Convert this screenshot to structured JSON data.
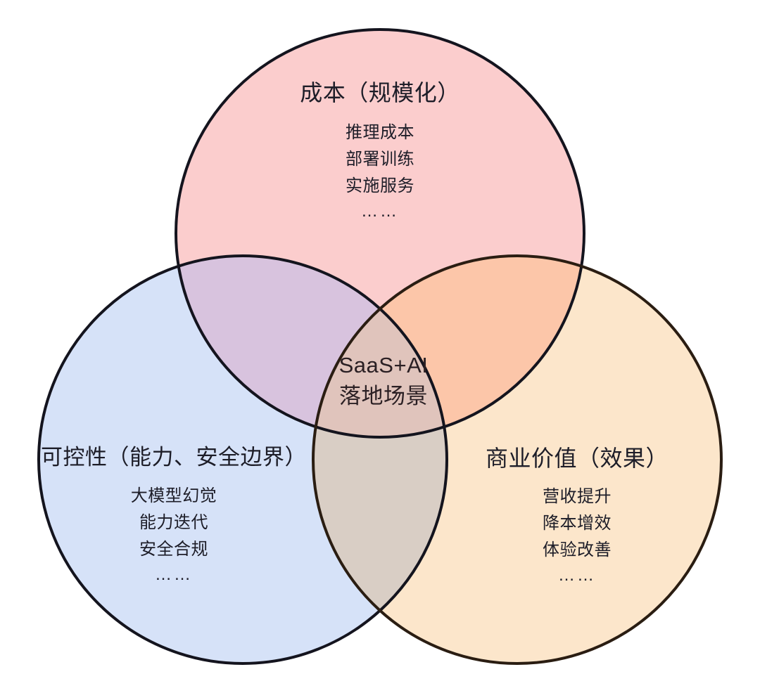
{
  "diagram": {
    "type": "venn-3-circle",
    "background_color": "#ffffff",
    "stroke_color": "#14141e",
    "regions": {
      "cost": {
        "title": "成本（规模化）",
        "fill_color": "#fbcdcd",
        "items": [
          "推理成本",
          "部署训练",
          "实施服务"
        ],
        "ellipsis": "……"
      },
      "controllability": {
        "title": "可控性（能力、安全边界）",
        "fill_color": "#d6e2f8",
        "items": [
          "大模型幻觉",
          "能力迭代",
          "安全合规"
        ],
        "ellipsis": "……"
      },
      "business_value": {
        "title": "商业价值（效果）",
        "fill_color": "#fce6cb",
        "items": [
          "营收提升",
          "降本增效",
          "体验改善"
        ],
        "ellipsis": "……"
      },
      "core": {
        "line1": "SaaS+AI",
        "line2": "落地场景",
        "fill_color": "#e0c4bc"
      }
    },
    "overlaps": {
      "cost_controllability_color": "#d8c3de",
      "cost_value_color": "#fcc6a9",
      "controllability_value_color": "#d9cec5"
    }
  }
}
